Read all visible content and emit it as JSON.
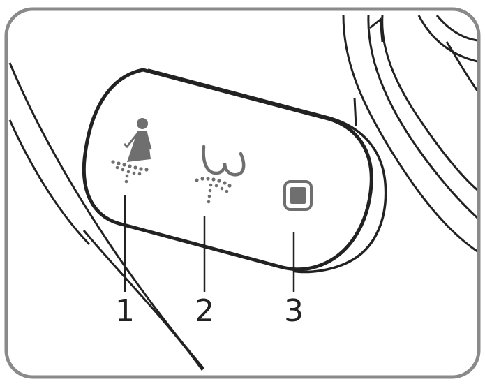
{
  "figure": {
    "frame_color": "#8a8a8a",
    "line_color": "#222222",
    "icon_color": "#6f6f6f",
    "button_fill": "#ffffff"
  },
  "callouts": [
    {
      "label": "1",
      "icon": "female-wash-spray-icon"
    },
    {
      "label": "2",
      "icon": "rear-wash-spray-icon"
    },
    {
      "label": "3",
      "icon": "stop-square-icon"
    }
  ]
}
